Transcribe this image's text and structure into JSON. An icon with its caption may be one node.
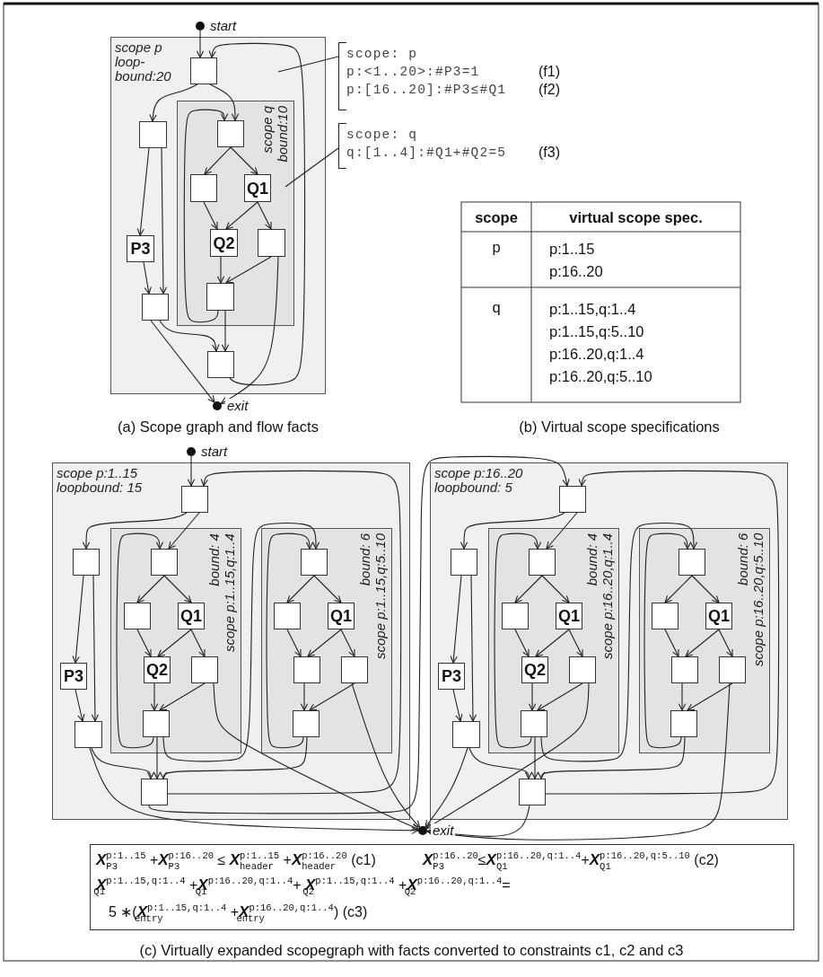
{
  "diagram": {
    "nodes": [
      {
        "text": [],
        "shape": "circle",
        "beside": [
          "start"
        ]
      },
      {
        "text": [
          "scope p loop- bound:20"
        ]
      },
      {
        "text": [],
        "shape": "box",
        "in": 1
      },
      {
        "text": [],
        "shape": "box",
        "in": 1
      },
      {
        "text": [
          "scope q bound:10"
        ],
        "in": 1
      },
      {
        "text": [],
        "shape": "box",
        "in": 4
      },
      {
        "text": [],
        "shape": "box",
        "in": 4
      },
      {
        "text": [
          "Q1"
        ],
        "in": 4
      },
      {
        "text": [
          "Q2"
        ],
        "in": 4
      },
      {
        "text": [],
        "shape": "box",
        "in": 4
      },
      {
        "text": [],
        "shape": "box",
        "in": 4
      },
      {
        "text": [
          "P3"
        ],
        "in": 1
      },
      {
        "text": [],
        "shape": "box",
        "in": 1
      },
      {
        "text": [],
        "shape": "box",
        "in": 1
      },
      {
        "text": [],
        "shape": "circle",
        "beside": [
          "exit"
        ]
      },
      {
        "text": [
          "scope: p",
          "p:<1..20>:#P3=1",
          "p:[16..20]:#P3≤#Q1"
        ],
        "beside": [
          "(f1)",
          "(f2)"
        ]
      },
      {
        "text": [
          "scope: q",
          "q:[1..4]:#Q1+#Q2=5"
        ],
        "beside": [
          "(f3)"
        ]
      },
      {
        "text": [],
        "shape": "circle",
        "beside": [
          "start"
        ]
      },
      {
        "text": [
          "scope p:1..15 loopbound: 15"
        ]
      },
      {
        "text": [],
        "shape": "box",
        "in": 18
      },
      {
        "text": [],
        "shape": "box",
        "in": 18
      },
      {
        "text": [
          "bound: 4",
          "scope p:1..15,q:1..4"
        ],
        "in": 18
      },
      {
        "text": [],
        "shape": "box",
        "in": 21
      },
      {
        "text": [],
        "shape": "box",
        "in": 21
      },
      {
        "text": [
          "Q1"
        ],
        "in": 21
      },
      {
        "text": [
          "Q2"
        ],
        "in": 21
      },
      {
        "text": [],
        "shape": "box",
        "in": 21
      },
      {
        "text": [],
        "shape": "box",
        "in": 21
      },
      {
        "text": [
          "bound: 6",
          "scope p:1..15,q:5..10"
        ],
        "in": 18
      },
      {
        "text": [],
        "shape": "box",
        "in": 28
      },
      {
        "text": [],
        "shape": "box",
        "in": 28
      },
      {
        "text": [
          "Q1"
        ],
        "in": 28
      },
      {
        "text": [],
        "shape": "box",
        "in": 28
      },
      {
        "text": [],
        "shape": "box",
        "in": 28
      },
      {
        "text": [],
        "shape": "box",
        "in": 28
      },
      {
        "text": [
          "P3"
        ],
        "in": 18
      },
      {
        "text": [],
        "shape": "box",
        "in": 18
      },
      {
        "text": [],
        "shape": "box",
        "in": 18
      },
      {
        "text": [
          "scope p:16..20 loopbound: 5"
        ]
      },
      {
        "text": [],
        "shape": "box",
        "in": 38
      },
      {
        "text": [],
        "shape": "box",
        "in": 38
      },
      {
        "text": [
          "bound: 4",
          "scope p:16..20,q:1..4"
        ],
        "in": 38
      },
      {
        "text": [],
        "shape": "box",
        "in": 41
      },
      {
        "text": [],
        "shape": "box",
        "in": 41
      },
      {
        "text": [
          "Q1"
        ],
        "in": 41
      },
      {
        "text": [
          "Q2"
        ],
        "in": 41
      },
      {
        "text": [],
        "shape": "box",
        "in": 41
      },
      {
        "text": [],
        "shape": "box",
        "in": 41
      },
      {
        "text": [
          "bound: 6",
          "scope p:16..20,q:5..10"
        ],
        "in": 38
      },
      {
        "text": [],
        "shape": "box",
        "in": 48
      },
      {
        "text": [],
        "shape": "box",
        "in": 48
      },
      {
        "text": [
          "Q1"
        ],
        "in": 48
      },
      {
        "text": [],
        "shape": "box",
        "in": 48
      },
      {
        "text": [],
        "shape": "box",
        "in": 48
      },
      {
        "text": [],
        "shape": "box",
        "in": 48
      },
      {
        "text": [
          "P3"
        ],
        "in": 38
      },
      {
        "text": [],
        "shape": "box",
        "in": 38
      },
      {
        "text": [],
        "shape": "box",
        "in": 38
      },
      {
        "text": [],
        "shape": "circle",
        "beside": [
          "exit"
        ]
      },
      {
        "text": [
          "**X**$_{P3}$$^{p:1..15}$ +**X**$_{P3}$$^{p:16..20}$ ≤ **X**$_{header}$$^{p:1..15}$ +**X**$_{header}$$^{p:16..20}$ (c1)",
          "**X**$_{P3}$$^{p:16..20}$≤**X**$_{Q1}$$^{p:16..20,q:1..4}$+**X**$_{Q1}$$^{p:16..20,q:5..10}$ (c2)",
          "**X**$_{Q1}$$^{p:1..15,q:1..4}$ +**X**$_{Q1}$$^{p:16..20,q:1..4}$+ **X**$_{Q2}$$^{p:1..15,q:1..4}$ +**X**$_{Q2}$$^{p:16..20,q:1..4}$= 5 ∗(**X**$_{entry}$$^{p:1..15,q:1..4}$ +**X**$_{entry}$$^{p:16..20,q:1..4}$) (c3)"
        ]
      }
    ],
    "edges": [
      {
        "from": 0,
        "to": 2,
        "arrow": "to"
      },
      {
        "from": 2,
        "to": 3,
        "arrow": "to"
      },
      {
        "from": 2,
        "to": 5,
        "arrow": "to"
      },
      {
        "from": 13,
        "to": 2,
        "arrow": "to"
      },
      {
        "from": 3,
        "to": 11,
        "arrow": "to"
      },
      {
        "from": 3,
        "to": 12,
        "arrow": "to"
      },
      {
        "from": 11,
        "to": 12,
        "arrow": "to"
      },
      {
        "from": 5,
        "to": 6,
        "arrow": "to"
      },
      {
        "from": 5,
        "to": 7,
        "arrow": "to"
      },
      {
        "from": 6,
        "to": 8,
        "arrow": "to"
      },
      {
        "from": 7,
        "to": 8,
        "arrow": "to"
      },
      {
        "from": 7,
        "to": 9,
        "arrow": "to"
      },
      {
        "from": 8,
        "to": 10,
        "arrow": "to"
      },
      {
        "from": 9,
        "to": 10,
        "arrow": "to"
      },
      {
        "from": 10,
        "to": 5,
        "arrow": "to"
      },
      {
        "from": 10,
        "to": 13,
        "arrow": "to"
      },
      {
        "from": 12,
        "to": 13,
        "arrow": "to"
      },
      {
        "from": 12,
        "to": 14,
        "arrow": "to"
      },
      {
        "from": 9,
        "to": 14,
        "arrow": "to"
      },
      {
        "from": 15,
        "to": 1,
        "arrow": "none"
      },
      {
        "from": 16,
        "to": 4,
        "arrow": "none"
      },
      {
        "from": 19,
        "to": 20,
        "arrow": "to"
      },
      {
        "from": 19,
        "to": 22,
        "arrow": "to"
      },
      {
        "from": 27,
        "to": 22,
        "arrow": "to"
      },
      {
        "from": 22,
        "to": 23,
        "arrow": "to"
      },
      {
        "from": 22,
        "to": 24,
        "arrow": "to"
      },
      {
        "from": 23,
        "to": 25,
        "arrow": "to"
      },
      {
        "from": 24,
        "to": 25,
        "arrow": "to"
      },
      {
        "from": 24,
        "to": 26,
        "arrow": "to"
      },
      {
        "from": 25,
        "to": 27,
        "arrow": "to"
      },
      {
        "from": 26,
        "to": 27,
        "arrow": "to"
      },
      {
        "from": 27,
        "to": 29,
        "arrow": "to"
      },
      {
        "from": 34,
        "to": 29,
        "arrow": "to"
      },
      {
        "from": 29,
        "to": 30,
        "arrow": "to"
      },
      {
        "from": 29,
        "to": 31,
        "arrow": "to"
      },
      {
        "from": 30,
        "to": 32,
        "arrow": "to"
      },
      {
        "from": 31,
        "to": 32,
        "arrow": "to"
      },
      {
        "from": 31,
        "to": 33,
        "arrow": "to"
      },
      {
        "from": 32,
        "to": 34,
        "arrow": "to"
      },
      {
        "from": 33,
        "to": 34,
        "arrow": "to"
      },
      {
        "from": 20,
        "to": 35,
        "arrow": "to"
      },
      {
        "from": 20,
        "to": 36,
        "arrow": "to"
      },
      {
        "from": 35,
        "to": 36,
        "arrow": "to"
      },
      {
        "from": 36,
        "to": 37,
        "arrow": "to"
      },
      {
        "from": 27,
        "to": 37,
        "arrow": "to"
      },
      {
        "from": 34,
        "to": 37,
        "arrow": "to"
      },
      {
        "from": 37,
        "to": 19,
        "arrow": "to"
      },
      {
        "from": 39,
        "to": 40,
        "arrow": "to"
      },
      {
        "from": 39,
        "to": 42,
        "arrow": "to"
      },
      {
        "from": 47,
        "to": 42,
        "arrow": "to"
      },
      {
        "from": 42,
        "to": 43,
        "arrow": "to"
      },
      {
        "from": 42,
        "to": 44,
        "arrow": "to"
      },
      {
        "from": 43,
        "to": 45,
        "arrow": "to"
      },
      {
        "from": 44,
        "to": 45,
        "arrow": "to"
      },
      {
        "from": 44,
        "to": 46,
        "arrow": "to"
      },
      {
        "from": 45,
        "to": 47,
        "arrow": "to"
      },
      {
        "from": 46,
        "to": 47,
        "arrow": "to"
      },
      {
        "from": 47,
        "to": 49,
        "arrow": "to"
      },
      {
        "from": 54,
        "to": 49,
        "arrow": "to"
      },
      {
        "from": 49,
        "to": 50,
        "arrow": "to"
      },
      {
        "from": 49,
        "to": 51,
        "arrow": "to"
      },
      {
        "from": 50,
        "to": 52,
        "arrow": "to"
      },
      {
        "from": 51,
        "to": 52,
        "arrow": "to"
      },
      {
        "from": 51,
        "to": 53,
        "arrow": "to"
      },
      {
        "from": 52,
        "to": 54,
        "arrow": "to"
      },
      {
        "from": 53,
        "to": 54,
        "arrow": "to"
      },
      {
        "from": 40,
        "to": 55,
        "arrow": "to"
      },
      {
        "from": 40,
        "to": 56,
        "arrow": "to"
      },
      {
        "from": 55,
        "to": 56,
        "arrow": "to"
      },
      {
        "from": 56,
        "to": 57,
        "arrow": "to"
      },
      {
        "from": 47,
        "to": 57,
        "arrow": "to"
      },
      {
        "from": 54,
        "to": 57,
        "arrow": "to"
      },
      {
        "from": 57,
        "to": 39,
        "arrow": "to"
      },
      {
        "from": 17,
        "to": 19,
        "arrow": "to"
      },
      {
        "from": 37,
        "to": 39,
        "arrow": "to"
      },
      {
        "from": 36,
        "to": 58,
        "arrow": "to"
      },
      {
        "from": 26,
        "to": 58,
        "arrow": "to"
      },
      {
        "from": 33,
        "to": 58,
        "arrow": "to"
      },
      {
        "from": 56,
        "to": 58,
        "arrow": "to"
      },
      {
        "from": 46,
        "to": 58,
        "arrow": "to"
      },
      {
        "from": 53,
        "to": 58,
        "arrow": "to"
      },
      {
        "from": 57,
        "to": 58,
        "arrow": "to"
      }
    ],
    "labels": [
      "scope",
      "virtual scope spec.",
      "p",
      "p:1..15",
      "p:16..20",
      "q",
      "p:1..15,q:1..4",
      "p:1..15,q:5..10",
      "p:16..20,q:1..4",
      "p:16..20,q:5..10",
      "(a) Scope graph and flow facts",
      "(b) Virtual scope specifications",
      "(c) Virtually expanded scopegraph with facts converted to constraints c1, c2 and c3"
    ]
  }
}
